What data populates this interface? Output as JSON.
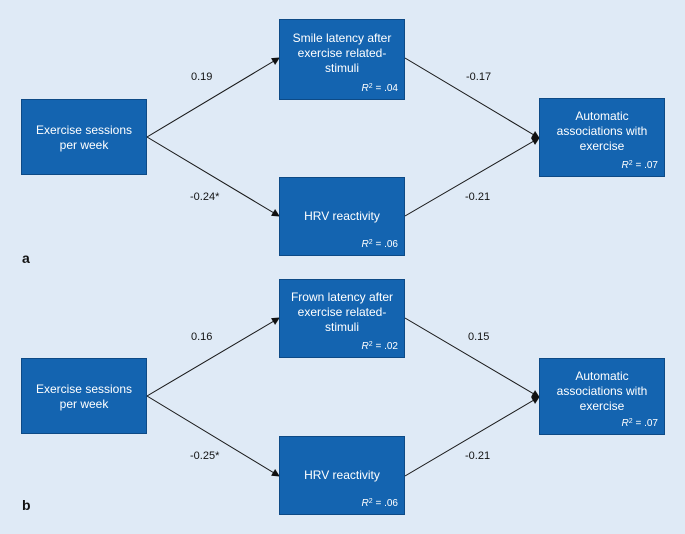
{
  "panels": [
    {
      "letter": "a",
      "predictor": "Exercise sessions per week",
      "mediator_top": {
        "label": "Smile latency after exercise related-stimuli",
        "r2": ".04"
      },
      "mediator_bottom": {
        "label": "HRV reactivity",
        "r2": ".06"
      },
      "outcome": {
        "label": "Automatic associations with exercise",
        "r2": ".07"
      },
      "paths": {
        "predictor_to_top": "0.19",
        "predictor_to_bottom": "-0.24*",
        "top_to_outcome": "-0.17",
        "bottom_to_outcome": "-0.21"
      }
    },
    {
      "letter": "b",
      "predictor": "Exercise sessions per week",
      "mediator_top": {
        "label": "Frown latency after exercise related-stimuli",
        "r2": ".02"
      },
      "mediator_bottom": {
        "label": "HRV reactivity",
        "r2": ".06"
      },
      "outcome": {
        "label": "Automatic associations with exercise",
        "r2": ".07"
      },
      "paths": {
        "predictor_to_top": "0.16",
        "predictor_to_bottom": "-0.25*",
        "top_to_outcome": "0.15",
        "bottom_to_outcome": "-0.21"
      }
    }
  ],
  "r2_symbol": "R",
  "r2_superscript": "2",
  "r2_equals": " = ",
  "colors": {
    "background": "#dfeaf6",
    "box_fill": "#1464b0",
    "box_text": "#ffffff",
    "arrow": "#111111"
  }
}
